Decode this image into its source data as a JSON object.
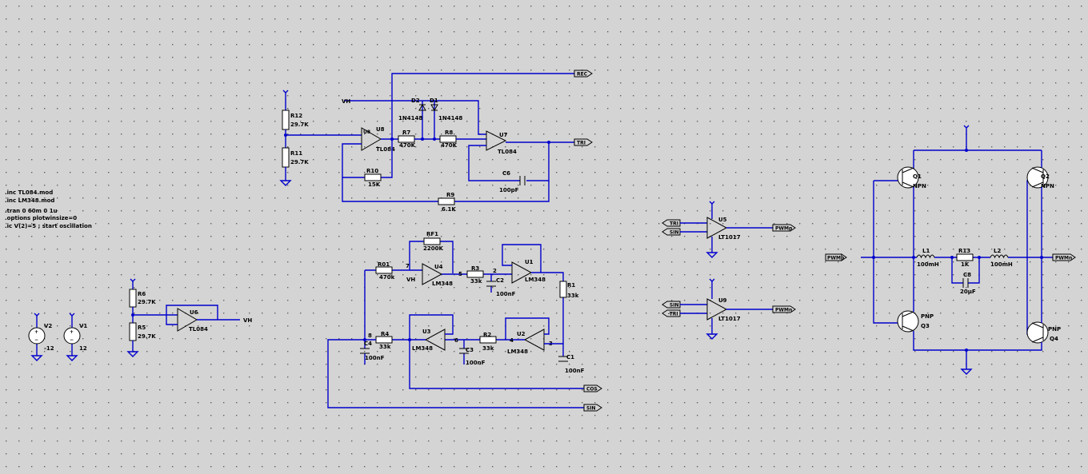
{
  "directives": [
    ".inc TL084.mod",
    ".inc LM348.mod",
    ".tran 0 60m 0 1u",
    ".options plotwinsize=0",
    ".ic V(2)=5 ; start oscillation"
  ],
  "sources": {
    "V2": {
      "name": "V2",
      "value": "-12"
    },
    "V1": {
      "name": "V1",
      "value": "12"
    }
  },
  "components": {
    "R12": {
      "name": "R12",
      "value": "29.7K"
    },
    "R11": {
      "name": "R11",
      "value": "29.7K"
    },
    "R10": {
      "name": "R10",
      "value": "15K"
    },
    "R7": {
      "name": "R7",
      "value": "470K"
    },
    "R8": {
      "name": "R8",
      "value": "470K"
    },
    "R9": {
      "name": "R9",
      "value": "6.1K"
    },
    "D2": {
      "name": "D2",
      "value": "1N4148"
    },
    "D1": {
      "name": "D1",
      "value": "1N4148"
    },
    "U8": {
      "name": "U8",
      "value": "TL084"
    },
    "U7": {
      "name": "U7",
      "value": "TL084"
    },
    "C6": {
      "name": "C6",
      "value": "100pF"
    },
    "R6": {
      "name": "R6",
      "value": "29.7K"
    },
    "R5": {
      "name": "R5",
      "value": "29.7K"
    },
    "U6": {
      "name": "U6",
      "value": "TL084"
    },
    "RF1": {
      "name": "RF1",
      "value": "2200K"
    },
    "R01": {
      "name": "R01",
      "value": "470k"
    },
    "U4": {
      "name": "U4",
      "value": "LM348"
    },
    "R3": {
      "name": "R3",
      "value": "33k"
    },
    "C2": {
      "name": "C2",
      "value": "100nF"
    },
    "U1": {
      "name": "U1",
      "value": "LM348"
    },
    "R1": {
      "name": "R1",
      "value": "33k"
    },
    "C1": {
      "name": "C1",
      "value": "100nF"
    },
    "U2": {
      "name": "U2",
      "value": "LM348"
    },
    "R2": {
      "name": "R2",
      "value": "33k"
    },
    "C3": {
      "name": "C3",
      "value": "100nF"
    },
    "U3": {
      "name": "U3",
      "value": "LM348"
    },
    "R4": {
      "name": "R4",
      "value": "33k"
    },
    "C4": {
      "name": "C4",
      "value": "100nF"
    },
    "U5": {
      "name": "U5",
      "value": "LT1017"
    },
    "U9": {
      "name": "U9",
      "value": "LT1017"
    },
    "Q1": {
      "name": "Q1",
      "value": "NPN"
    },
    "Q2": {
      "name": "Q2",
      "value": "NPN"
    },
    "Q3": {
      "name": "Q3",
      "value": "PNP"
    },
    "Q4": {
      "name": "Q4",
      "value": "PNP"
    },
    "L1": {
      "name": "L1",
      "value": "100mH"
    },
    "L2": {
      "name": "L2",
      "value": "100mH"
    },
    "R13": {
      "name": "R13",
      "value": "1K"
    },
    "C8": {
      "name": "C8",
      "value": "20µF"
    }
  },
  "nets": {
    "vh": "VH",
    "rec": "REC",
    "tri": "TRI",
    "cos": "COS",
    "sin": "SIN",
    "pwmp": "PWMp",
    "pwmn": "PWMn",
    "neg_tri": "-TRI",
    "n7": "7",
    "n2": "2",
    "n6": "6",
    "n4": "4",
    "n5": "5",
    "n3": "3",
    "n8": "8"
  }
}
